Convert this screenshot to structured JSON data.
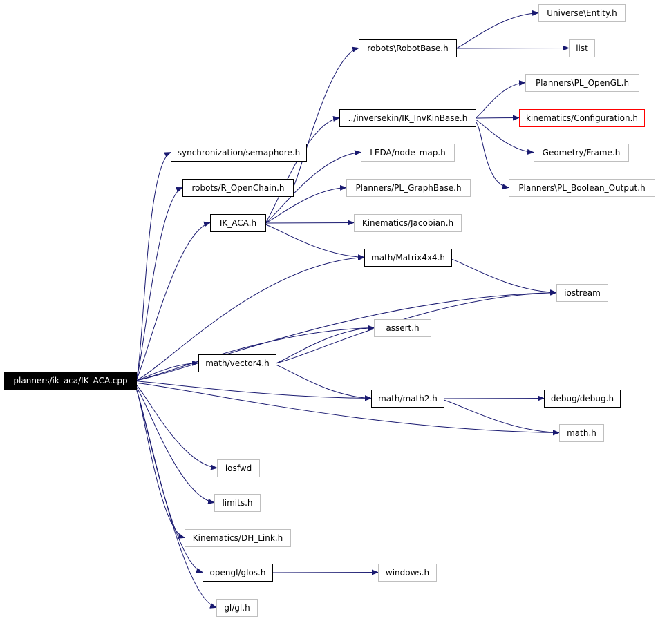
{
  "colors": {
    "edge": "#191970",
    "focus_fill": "#000000",
    "focus_text": "#ffffff",
    "documented_border": "#000000",
    "undocumented_border": "#bfbfbf",
    "missing_border": "#ff0000",
    "text": "#000000"
  },
  "nodes": [
    {
      "id": "root",
      "label": "planners/ik_aca/IK_ACA.cpp",
      "kind": "focus"
    },
    {
      "id": "universe_entity",
      "label": "Universe\\Entity.h",
      "kind": "undocumented"
    },
    {
      "id": "robotbase",
      "label": "robots\\RobotBase.h",
      "kind": "documented"
    },
    {
      "id": "list",
      "label": "list",
      "kind": "undocumented"
    },
    {
      "id": "pl_opengl",
      "label": "Planners\\PL_OpenGL.h",
      "kind": "undocumented"
    },
    {
      "id": "invkinbase",
      "label": "../inversekin/IK_InvKinBase.h",
      "kind": "documented"
    },
    {
      "id": "configuration",
      "label": "kinematics/Configuration.h",
      "kind": "missing"
    },
    {
      "id": "semaphore",
      "label": "synchronization/semaphore.h",
      "kind": "documented"
    },
    {
      "id": "node_map",
      "label": "LEDA/node_map.h",
      "kind": "undocumented"
    },
    {
      "id": "frame",
      "label": "Geometry/Frame.h",
      "kind": "undocumented"
    },
    {
      "id": "r_openchain",
      "label": "robots/R_OpenChain.h",
      "kind": "documented"
    },
    {
      "id": "pl_graphbase",
      "label": "Planners/PL_GraphBase.h",
      "kind": "undocumented"
    },
    {
      "id": "pl_boolean",
      "label": "Planners\\PL_Boolean_Output.h",
      "kind": "undocumented"
    },
    {
      "id": "ik_aca",
      "label": "IK_ACA.h",
      "kind": "documented"
    },
    {
      "id": "jacobian",
      "label": "Kinematics/Jacobian.h",
      "kind": "undocumented"
    },
    {
      "id": "matrix4x4",
      "label": "math/Matrix4x4.h",
      "kind": "documented"
    },
    {
      "id": "iostream",
      "label": "iostream",
      "kind": "undocumented"
    },
    {
      "id": "assert",
      "label": "assert.h",
      "kind": "undocumented"
    },
    {
      "id": "vector4",
      "label": "math/vector4.h",
      "kind": "documented"
    },
    {
      "id": "math2",
      "label": "math/math2.h",
      "kind": "documented"
    },
    {
      "id": "debug",
      "label": "debug/debug.h",
      "kind": "documented"
    },
    {
      "id": "math_h",
      "label": "math.h",
      "kind": "undocumented"
    },
    {
      "id": "iosfwd",
      "label": "iosfwd",
      "kind": "undocumented"
    },
    {
      "id": "limits",
      "label": "limits.h",
      "kind": "undocumented"
    },
    {
      "id": "dh_link",
      "label": "Kinematics/DH_Link.h",
      "kind": "undocumented"
    },
    {
      "id": "glos",
      "label": "opengl/glos.h",
      "kind": "documented"
    },
    {
      "id": "windows",
      "label": "windows.h",
      "kind": "undocumented"
    },
    {
      "id": "gl_gl",
      "label": "gl/gl.h",
      "kind": "undocumented"
    }
  ],
  "edges": [
    [
      "root",
      "semaphore"
    ],
    [
      "root",
      "r_openchain"
    ],
    [
      "root",
      "ik_aca"
    ],
    [
      "root",
      "matrix4x4"
    ],
    [
      "root",
      "iostream"
    ],
    [
      "root",
      "assert"
    ],
    [
      "root",
      "vector4"
    ],
    [
      "root",
      "math2"
    ],
    [
      "root",
      "math_h"
    ],
    [
      "root",
      "iosfwd"
    ],
    [
      "root",
      "limits"
    ],
    [
      "root",
      "dh_link"
    ],
    [
      "root",
      "glos"
    ],
    [
      "root",
      "gl_gl"
    ],
    [
      "robotbase",
      "universe_entity"
    ],
    [
      "robotbase",
      "list"
    ],
    [
      "invkinbase",
      "pl_opengl"
    ],
    [
      "invkinbase",
      "configuration"
    ],
    [
      "invkinbase",
      "frame"
    ],
    [
      "invkinbase",
      "pl_boolean"
    ],
    [
      "r_openchain",
      "robotbase"
    ],
    [
      "ik_aca",
      "invkinbase"
    ],
    [
      "ik_aca",
      "node_map"
    ],
    [
      "ik_aca",
      "pl_graphbase"
    ],
    [
      "ik_aca",
      "jacobian"
    ],
    [
      "ik_aca",
      "matrix4x4"
    ],
    [
      "matrix4x4",
      "iostream"
    ],
    [
      "vector4",
      "assert"
    ],
    [
      "vector4",
      "iostream"
    ],
    [
      "vector4",
      "math2"
    ],
    [
      "math2",
      "debug"
    ],
    [
      "math2",
      "math_h"
    ],
    [
      "glos",
      "windows"
    ]
  ]
}
